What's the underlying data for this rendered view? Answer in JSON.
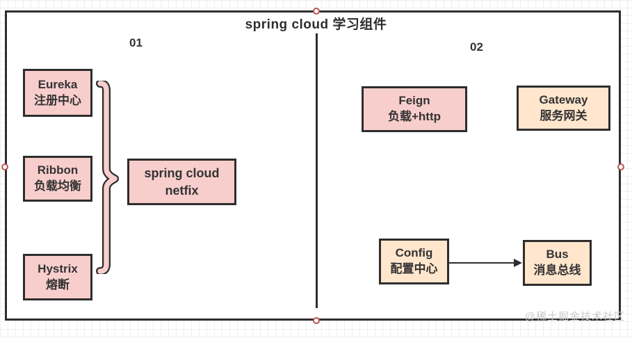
{
  "title": "spring cloud 学习组件",
  "watermark": "@稀土掘金技术社区",
  "sections": {
    "left_label": "01",
    "right_label": "02"
  },
  "nodes": {
    "eureka": {
      "title": "Eureka",
      "subtitle": "注册中心"
    },
    "ribbon": {
      "title": "Ribbon",
      "subtitle": "负载均衡"
    },
    "hystrix": {
      "title": "Hystrix",
      "subtitle": "熔断"
    },
    "netflix": {
      "title": "spring cloud",
      "subtitle": "netfix"
    },
    "feign": {
      "title": "Feign",
      "subtitle": "负载+http"
    },
    "gateway": {
      "title": "Gateway",
      "subtitle": "服务网关"
    },
    "config": {
      "title": "Config",
      "subtitle": "配置中心"
    },
    "bus": {
      "title": "Bus",
      "subtitle": "消息总线"
    }
  },
  "colors": {
    "node_pink": "#f8cecc",
    "node_tan": "#ffe6cc",
    "stroke": "#2d2d2d",
    "text": "#333333",
    "handle_ring": "#b85450",
    "watermark_gray": "#c9c9c9"
  }
}
